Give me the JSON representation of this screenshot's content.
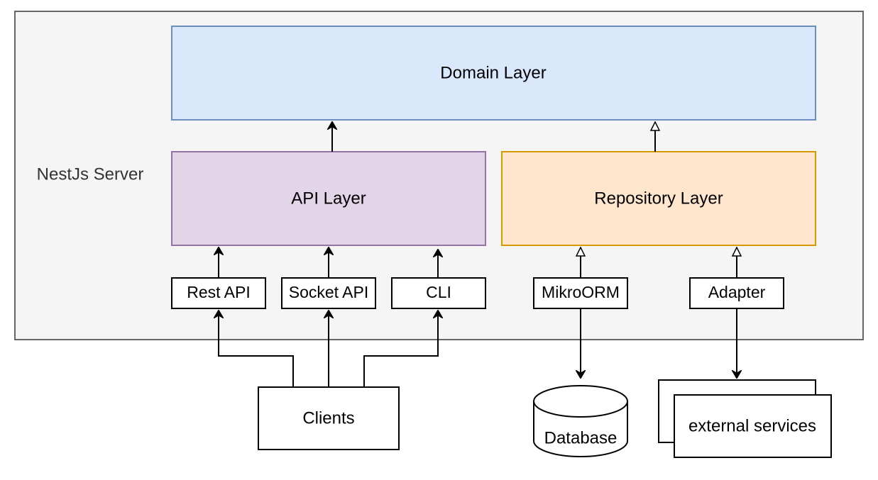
{
  "diagram": {
    "server": {
      "label": "NestJs Server",
      "fill": "#f5f5f5",
      "stroke": "#666666"
    },
    "layers": {
      "domain": {
        "label": "Domain Layer",
        "fill": "#dae8fc",
        "stroke": "#6c8ebf"
      },
      "api": {
        "label": "API Layer",
        "fill": "#e1d5e7",
        "stroke": "#9673a6"
      },
      "repository": {
        "label": "Repository Layer",
        "fill": "#ffe6cc",
        "stroke": "#d79b00"
      }
    },
    "modules": {
      "rest_api": "Rest API",
      "socket_api": "Socket API",
      "cli": "CLI",
      "mikroorm": "MikroORM",
      "adapter": "Adapter"
    },
    "external": {
      "clients": "Clients",
      "database": "Database",
      "external_services": "external services"
    },
    "connections": [
      {
        "from": "API Layer",
        "to": "Domain Layer",
        "arrowhead": "filled"
      },
      {
        "from": "Repository Layer",
        "to": "Domain Layer",
        "arrowhead": "hollow"
      },
      {
        "from": "Rest API",
        "to": "API Layer",
        "arrowhead": "filled"
      },
      {
        "from": "Socket API",
        "to": "API Layer",
        "arrowhead": "filled"
      },
      {
        "from": "CLI",
        "to": "API Layer",
        "arrowhead": "filled"
      },
      {
        "from": "MikroORM",
        "to": "Repository Layer",
        "arrowhead": "hollow"
      },
      {
        "from": "Adapter",
        "to": "Repository Layer",
        "arrowhead": "hollow"
      },
      {
        "from": "Clients",
        "to": "Rest API",
        "arrowhead": "filled"
      },
      {
        "from": "Clients",
        "to": "Socket API",
        "arrowhead": "filled"
      },
      {
        "from": "Clients",
        "to": "CLI",
        "arrowhead": "filled"
      },
      {
        "from": "MikroORM",
        "to": "Database",
        "arrowhead": "filled"
      },
      {
        "from": "Adapter",
        "to": "external services",
        "arrowhead": "filled"
      }
    ]
  }
}
